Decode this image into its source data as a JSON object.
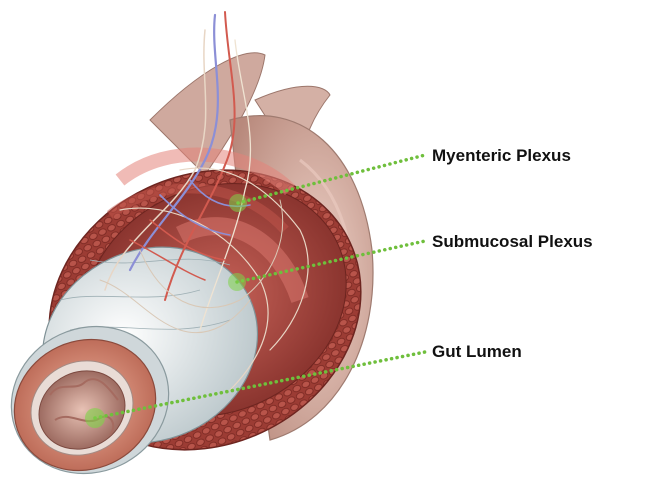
{
  "labels": {
    "myenteric": "Myenteric Plexus",
    "submucosal": "Submucosal Plexus",
    "lumen": "Gut Lumen"
  },
  "colors": {
    "leader": "#6fbf3c",
    "outer_membrane": "#d9b3a8",
    "muscle": "#a8473f",
    "submucosa": "#e8eef0",
    "mucosa": "#d88d78",
    "lumen": "#b9857a"
  }
}
